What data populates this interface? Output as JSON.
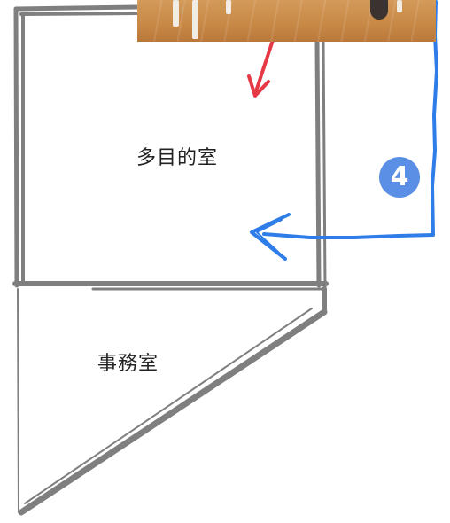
{
  "photo": {
    "description_icon": "photo-thumbnail"
  },
  "rooms": {
    "tamokuteki": "多目的室",
    "jimu": "事務室"
  },
  "route": {
    "step_number": "4",
    "step_label": "④",
    "color": "#3b82f6"
  },
  "colors": {
    "wall": "#7a7a7a",
    "pointer_arrow": "#e63946",
    "floor_wood": "#c98a47"
  }
}
